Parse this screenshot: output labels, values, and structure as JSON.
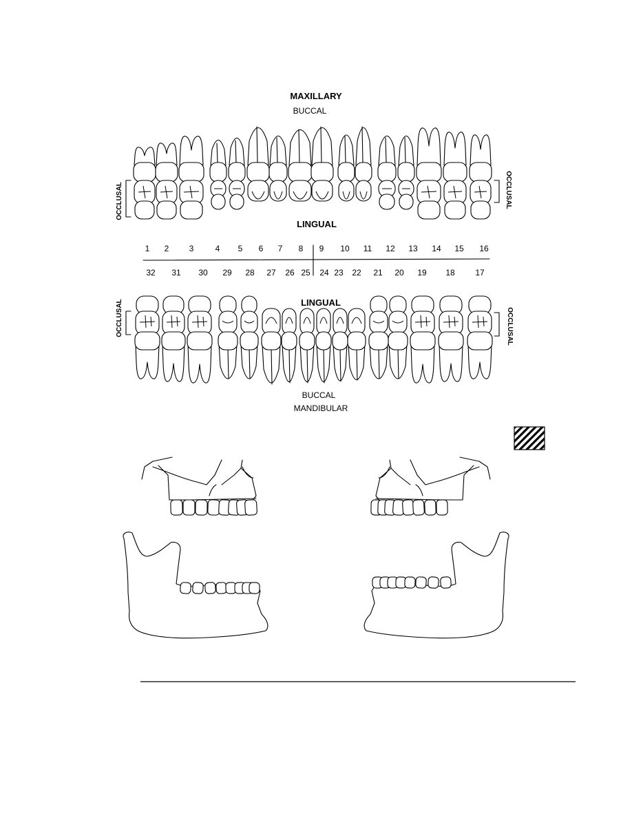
{
  "labels": {
    "maxillary": "MAXILLARY",
    "mandibular": "MANDIBULAR",
    "upper_buccal": "BUCCAL",
    "upper_lingual": "LINGUAL",
    "lower_lingual": "LINGUAL",
    "lower_buccal": "BUCCAL",
    "occlusal": "OCCLUSAL"
  },
  "upper_numbers": [
    "1",
    "2",
    "3",
    "4",
    "5",
    "6",
    "7",
    "8",
    "9",
    "10",
    "11",
    "12",
    "13",
    "14",
    "15",
    "16"
  ],
  "lower_numbers": [
    "32",
    "31",
    "30",
    "29",
    "28",
    "27",
    "26",
    "25",
    "24",
    "23",
    "22",
    "21",
    "20",
    "19",
    "18",
    "17"
  ],
  "legend_pattern": "diagonal-hatch",
  "colors": {
    "ink": "#000000",
    "paper": "#ffffff"
  }
}
